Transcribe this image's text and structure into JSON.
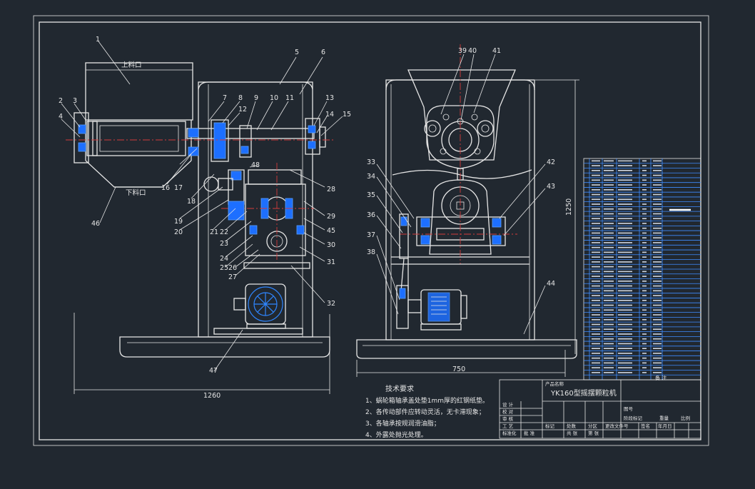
{
  "drawing": {
    "title": "YK160型摇摆颗粒机",
    "tech_requirements": {
      "heading": "技术要求",
      "items": [
        "1、蜗轮箱轴承盖处垫1mm厚的红钢纸垫。",
        "2、各传动部件应转动灵活，无卡滞现象；",
        "3、各轴承按规润滑油脂；",
        "4、外露处抛光处理。"
      ]
    },
    "dimensions": {
      "side_width": "1260",
      "front_width": "750",
      "height": "1250"
    },
    "hopper_labels": {
      "top": "上料口",
      "bottom": "下料口"
    },
    "part_numbers_left": [
      "1",
      "2",
      "3",
      "4",
      "5",
      "6",
      "7",
      "8",
      "9",
      "10",
      "11",
      "12",
      "13",
      "14",
      "15",
      "16",
      "17",
      "18",
      "19",
      "20",
      "21",
      "22",
      "23",
      "24",
      "25",
      "26",
      "27",
      "28",
      "29",
      "30",
      "31",
      "32",
      "45",
      "46",
      "47",
      "48"
    ],
    "part_numbers_right": [
      "33",
      "34",
      "35",
      "36",
      "37",
      "38",
      "39",
      "40",
      "41",
      "42",
      "43",
      "44"
    ],
    "title_block": {
      "company": "产品名称",
      "row_labels": [
        "设 计",
        "校 对",
        "审 核",
        "工 艺",
        "标准化",
        "批 准"
      ],
      "bottom_labels": [
        "标记",
        "处数",
        "分区",
        "更改文件号",
        "签名",
        "年月日"
      ],
      "stage_labels": [
        "阶段标记",
        "重量",
        "比例"
      ],
      "sheet_labels": [
        "共 张",
        "第 张"
      ],
      "drawing_no_label": "图号"
    },
    "parts_list": {
      "header": "备 注"
    },
    "colors": {
      "background": "#212830",
      "line": "#e6e6e6",
      "accent_blue": "#1d6fff",
      "center_line": "#d33b3b"
    }
  }
}
